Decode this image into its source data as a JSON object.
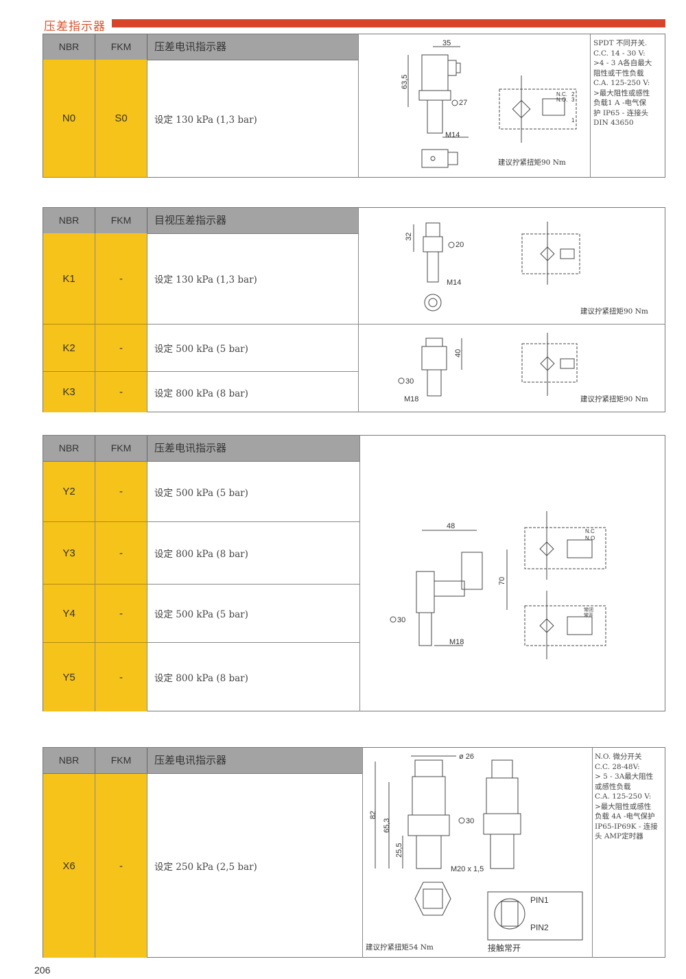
{
  "page_title": "压差指示器",
  "page_number": "206",
  "colors": {
    "accent": "#d8432a",
    "header_gray": "#a3a3a3",
    "code_yellow": "#f6c31a"
  },
  "columns": {
    "nbr": "NBR",
    "fkm": "FKM"
  },
  "sections": [
    {
      "title": "压差电讯指示器",
      "rows": [
        {
          "nbr": "N0",
          "fkm": "S0",
          "desc": "设定 130 kPa (1,3 bar)"
        }
      ],
      "note": [
        "SPDT 不同开关.",
        "C.C. 14 - 30 V:",
        ">4 - 3 A各自最大",
        "阻性或干性负载",
        "C.A. 125-250 V:",
        ">最大阻性或感性",
        "负载1 A -电气保",
        "护 IP65 - 连接头",
        "DIN 43650"
      ],
      "drawing": {
        "dim_a": "35",
        "dim_b": "63,5",
        "dim_c": "27",
        "dim_d": "M14",
        "nc": "N.C.",
        "no": "N.O.",
        "pin1": "1",
        "pin2": "2",
        "pin3": "3",
        "torque": "建议拧紧扭矩90 Nm"
      }
    },
    {
      "title": "目视压差指示器",
      "rows": [
        {
          "nbr": "K1",
          "fkm": "-",
          "desc": "设定 130 kPa (1,3 bar)"
        },
        {
          "nbr": "K2",
          "fkm": "-",
          "desc": "设定 500 kPa (5 bar)"
        },
        {
          "nbr": "K3",
          "fkm": "-",
          "desc": "设定 800 kPa (8 bar)"
        }
      ],
      "drawing1": {
        "dim_a": "32",
        "dim_b": "20",
        "dim_c": "M14",
        "torque": "建议拧紧扭矩90 Nm"
      },
      "drawing2": {
        "dim_a": "40",
        "dim_b": "30",
        "dim_c": "M18",
        "torque": "建议拧紧扭矩90 Nm"
      }
    },
    {
      "title": "压差电讯指示器",
      "rows": [
        {
          "nbr": "Y2",
          "fkm": "-",
          "desc": "设定 500 kPa (5 bar)"
        },
        {
          "nbr": "Y3",
          "fkm": "-",
          "desc": "设定 800 kPa (8 bar)"
        },
        {
          "nbr": "Y4",
          "fkm": "-",
          "desc": "设定 500 kPa (5 bar)"
        },
        {
          "nbr": "Y5",
          "fkm": "-",
          "desc": "设定 800 kPa (8 bar)"
        }
      ],
      "drawing": {
        "dim_a": "48",
        "dim_b": "70",
        "dim_c": "30",
        "dim_d": "M18",
        "nc": "N.C",
        "no": "N.O",
        "nc2": "常闭",
        "no2": "常开"
      }
    },
    {
      "title": "压差电讯指示器",
      "rows": [
        {
          "nbr": "X6",
          "fkm": "-",
          "desc": "设定 250 kPa (2,5 bar)"
        }
      ],
      "note": [
        "N.O. 微分开关",
        "C.C. 28-48V:",
        "> 5 - 3A最大阻性",
        "或感性负载",
        "C.A. 125-250 V:",
        ">最大阻性或感性",
        "负载 4A -电气保护",
        "IP65-IP69K - 连接",
        "头 AMP定时器"
      ],
      "drawing": {
        "dim_a": "ø 26",
        "dim_b": "82",
        "dim_c": "65,3",
        "dim_d": "25,5",
        "dim_e": "30",
        "dim_f": "M20 x 1,5",
        "pin1": "PIN1",
        "pin2": "PIN2",
        "torque": "建议拧紧扭矩54 Nm",
        "contact": "接触常开"
      }
    }
  ]
}
